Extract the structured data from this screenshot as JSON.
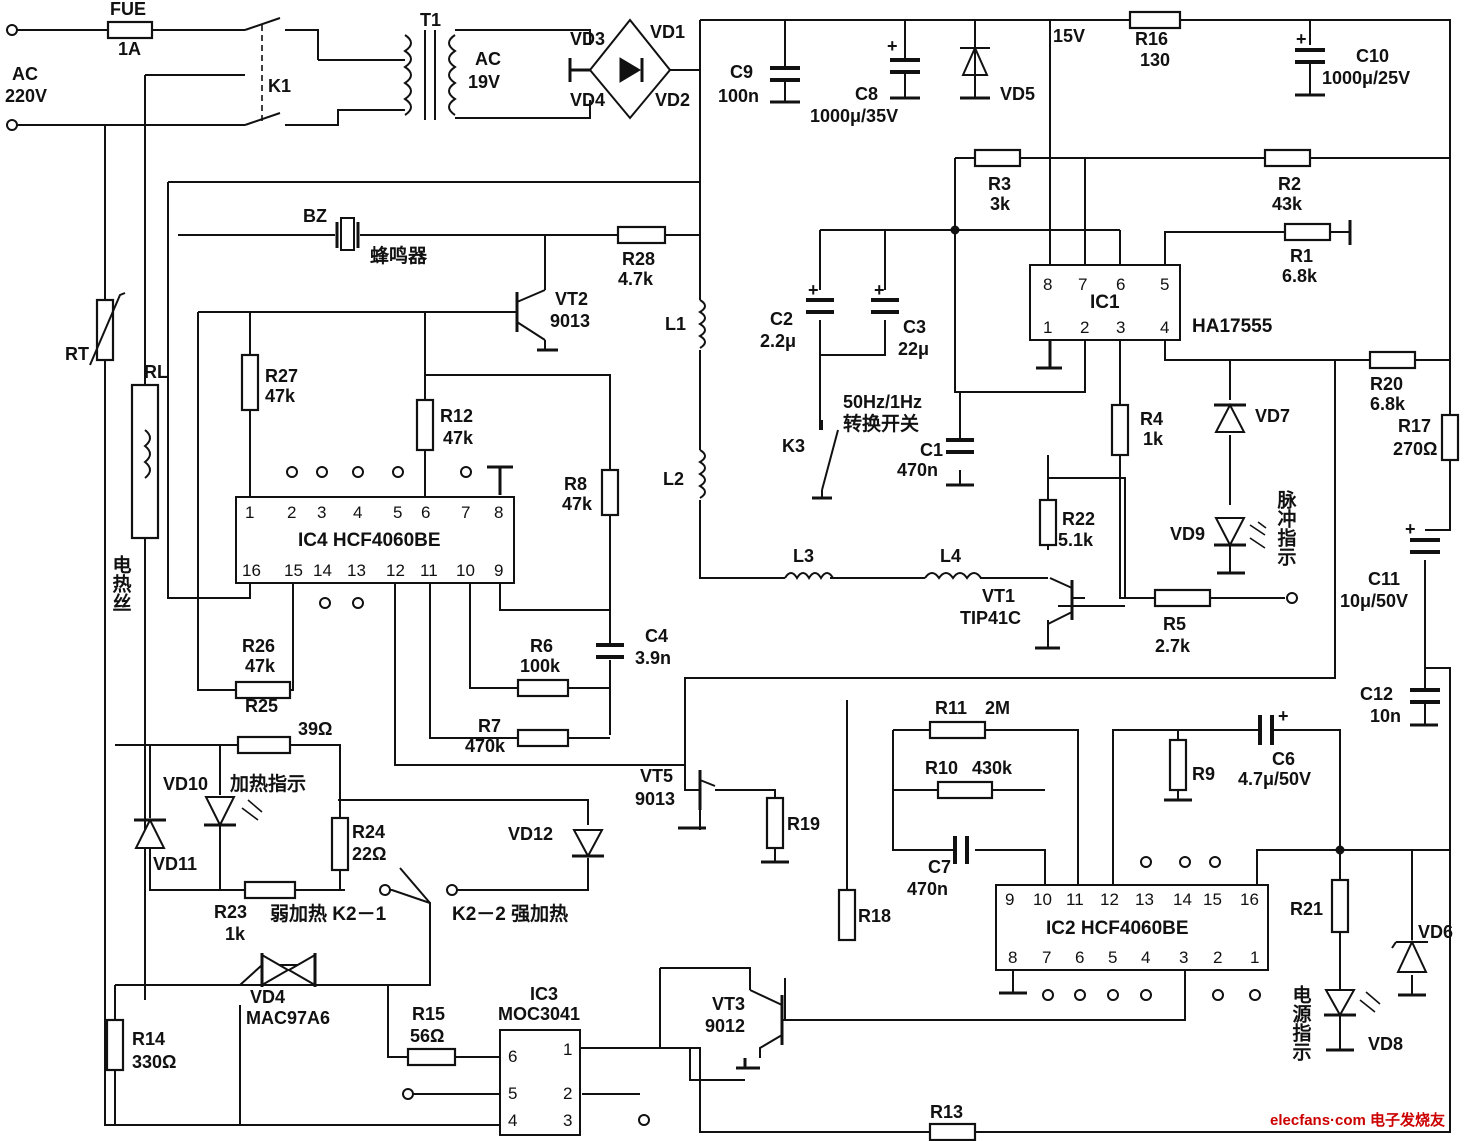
{
  "labels": {
    "fue": "FUE",
    "fue_val": "1A",
    "ac_in": "AC",
    "ac_in_val": "220V",
    "k1": "K1",
    "t1": "T1",
    "ac_out": "AC",
    "ac_out_val": "19V",
    "vd1": "VD1",
    "vd2": "VD2",
    "vd3": "VD3",
    "vd4": "VD4",
    "vd5": "VD5",
    "c9": "C9",
    "c9_val": "100n",
    "c8": "C8",
    "c8_val": "1000μ/35V",
    "v15": "15V",
    "r16": "R16",
    "r16_val": "130",
    "c10": "C10",
    "c10_val": "1000μ/25V",
    "r3": "R3",
    "r3_val": "3k",
    "r2": "R2",
    "r2_val": "43k",
    "r1": "R1",
    "r1_val": "6.8k",
    "ic1": "IC1",
    "ic1_part": "HA17555",
    "c2": "C2",
    "c2_val": "2.2μ",
    "c3": "C3",
    "c3_val": "22μ",
    "k3": "K3",
    "k3_desc1": "50Hz/1Hz",
    "k3_desc2": "转换开关",
    "c1": "C1",
    "c1_val": "470n",
    "r4": "R4",
    "r4_val": "1k",
    "vd7": "VD7",
    "r20": "R20",
    "r20_val": "6.8k",
    "r17": "R17",
    "r17_val": "270Ω",
    "bz": "BZ",
    "buzzer": "蜂鸣器",
    "r28": "R28",
    "r28_val": "4.7k",
    "vt2": "VT2",
    "vt2_part": "9013",
    "l1": "L1",
    "l2": "L2",
    "l3": "L3",
    "l4": "L4",
    "rt": "RT",
    "rl": "RL",
    "heater": "电热丝",
    "r27": "R27",
    "r27_val": "47k",
    "r12": "R12",
    "r12_val": "47k",
    "r8": "R8",
    "r8_val": "47k",
    "ic4": "IC4  HCF4060BE",
    "r22": "R22",
    "r22_val": "5.1k",
    "vd9": "VD9",
    "pulse": "脉冲指示",
    "vt1": "VT1",
    "vt1_part": "TIP41C",
    "r5": "R5",
    "r5_val": "2.7k",
    "c11": "C11",
    "c11_val": "10μ/50V",
    "c4": "C4",
    "c4_val": "3.9n",
    "r6": "R6",
    "r6_val": "100k",
    "r26": "R26",
    "r26_val": "47k",
    "r7": "R7",
    "r7_val": "470k",
    "c12": "C12",
    "c12_val": "10n",
    "r25": "R25",
    "r25_val": "39Ω",
    "vd10": "VD10",
    "heat_ind": "加热指示",
    "vd11": "VD11",
    "r24": "R24",
    "r24_val": "22Ω",
    "vd12": "VD12",
    "r23": "R23",
    "r23_val": "1k",
    "k21": "弱加热 K2－1",
    "k22": "K2－2 强加热",
    "vt5": "VT5",
    "vt5_part": "9013",
    "r19": "R19",
    "r18": "R18",
    "r11": "R11",
    "r11_val": "2M",
    "r10": "R10",
    "r10_val": "430k",
    "c7": "C7",
    "c7_val": "470n",
    "r9": "R9",
    "c6": "C6",
    "c6_val": "4.7μ/50V",
    "ic2": "IC2  HCF4060BE",
    "r21": "R21",
    "vd6": "VD6",
    "vd8": "VD8",
    "power_ind": "电源指示",
    "r14": "R14",
    "r14_val": "330Ω",
    "vd4b": "VD4",
    "vd4b_part": "MAC97A6",
    "r15": "R15",
    "r15_val": "56Ω",
    "ic3": "IC3",
    "ic3_part": "MOC3041",
    "vt3": "VT3",
    "vt3_part": "9012",
    "r13": "R13",
    "watermark": "elecfans·com 电子发烧友"
  },
  "pins": {
    "ic1_top": [
      "8",
      "7",
      "6",
      "5"
    ],
    "ic1_bot": [
      "1",
      "2",
      "3",
      "4"
    ],
    "ic4_top": [
      "1",
      "2",
      "3",
      "4",
      "5",
      "6",
      "7",
      "8"
    ],
    "ic4_bot": [
      "16",
      "15",
      "14",
      "13",
      "12",
      "11",
      "10",
      "9"
    ],
    "ic2_top": [
      "9",
      "10",
      "11",
      "12",
      "13",
      "14",
      "15",
      "16"
    ],
    "ic2_bot": [
      "8",
      "7",
      "6",
      "5",
      "4",
      "3",
      "2",
      "1"
    ],
    "ic3_left": [
      "6",
      "5",
      "4"
    ],
    "ic3_right": [
      "1",
      "2",
      "3"
    ]
  }
}
